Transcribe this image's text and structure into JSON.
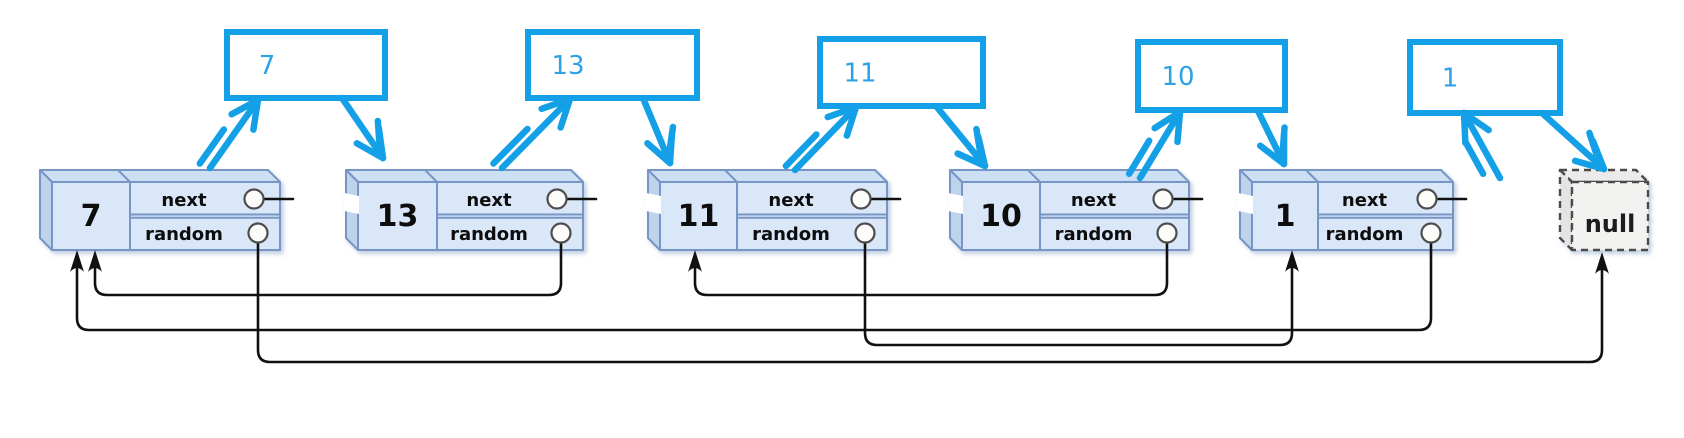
{
  "diagram": {
    "kind": "linked-list-with-random-pointers",
    "field_labels": {
      "next": "next",
      "random": "random"
    },
    "null_label": "null",
    "nodes": [
      {
        "value": "7",
        "random_target": "null"
      },
      {
        "value": "13",
        "random_target": "7"
      },
      {
        "value": "11",
        "random_target": "1"
      },
      {
        "value": "10",
        "random_target": "11"
      },
      {
        "value": "1",
        "random_target": "7"
      }
    ],
    "copy_boxes": [
      {
        "label": "7"
      },
      {
        "label": "13"
      },
      {
        "label": "11"
      },
      {
        "label": "10"
      },
      {
        "label": "1"
      }
    ],
    "colors": {
      "accent_blue": "#14A0E6",
      "copy_label_blue": "#2EA2E4",
      "node_fill": "#DAE7F8",
      "node_top_fill": "#CDDFF3",
      "node_side_fill": "#BFD4EC",
      "node_border": "#7796C6",
      "pointer_black": "#111111",
      "circle_stroke": "#4d4d4d",
      "null_fill": "#F2F2F1",
      "null_border": "#4c4c4c"
    }
  }
}
